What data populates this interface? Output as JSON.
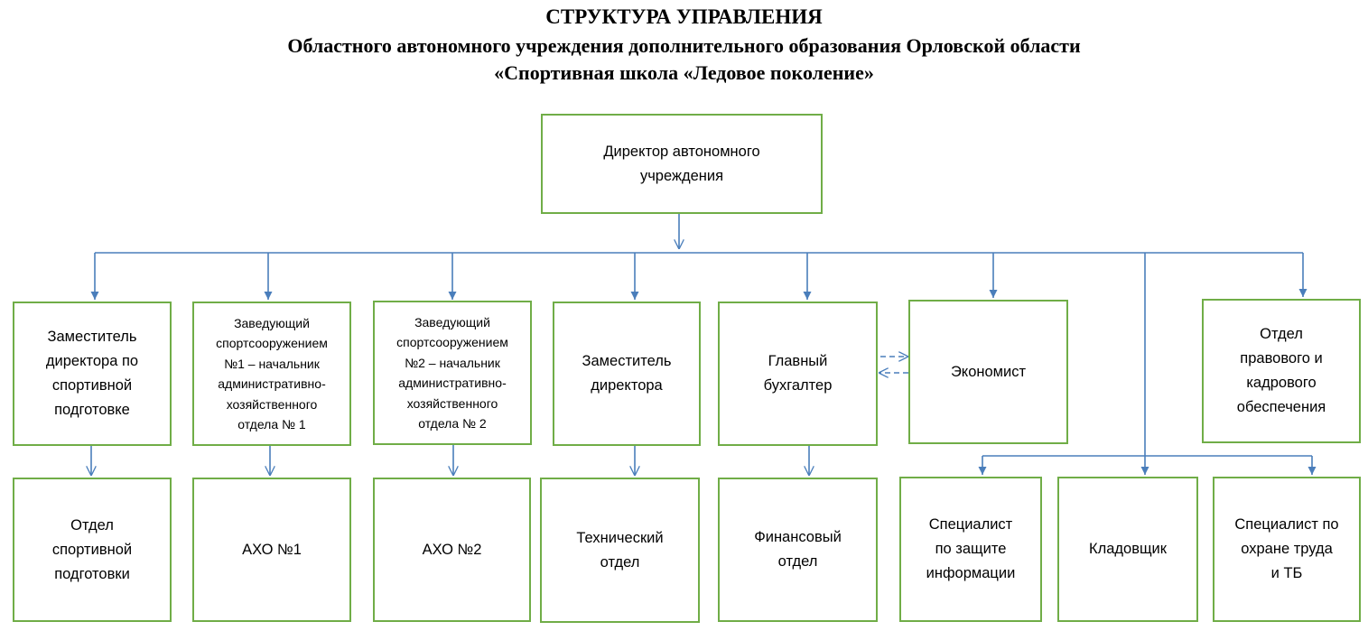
{
  "header": {
    "line1": "СТРУКТУРА УПРАВЛЕНИЯ",
    "line2": "Областного автономного учреждения дополнительного образования Орловской области",
    "line3": "«Спортивная школа «Ледовое поколение»"
  },
  "boxes": {
    "director": "Директор автономного\nучреждения",
    "deputy_sport": "Заместитель\nдиректора по\nспортивной\nподготовке",
    "head_facility_1": "Заведующий\nспортсооружением\n№1 – начальник\nадминистративно-\nхозяйственного\nотдела № 1",
    "head_facility_2": "Заведующий\nспортсооружением\n№2 – начальник\nадминистративно-\nхозяйственного\nотдела № 2",
    "deputy": "Заместитель\nдиректора",
    "chief_accountant": "Главный\nбухгалтер",
    "economist": "Экономист",
    "legal_hr": "Отдел\nправового и\nкадрового\nобеспечения",
    "sport_dept": "Отдел\nспортивной\nподготовки",
    "aho1": "АХО №1",
    "aho2": "АХО №2",
    "tech_dept": "Технический\nотдел",
    "finance_dept": "Финансовый\nотдел",
    "infosec": "Специалист\nпо защите\nинформации",
    "storekeeper": "Кладовщик",
    "safety": "Специалист по\nохране труда\nи ТБ"
  },
  "colors": {
    "box_border": "#70ad47",
    "connector": "#4a7ebb"
  }
}
